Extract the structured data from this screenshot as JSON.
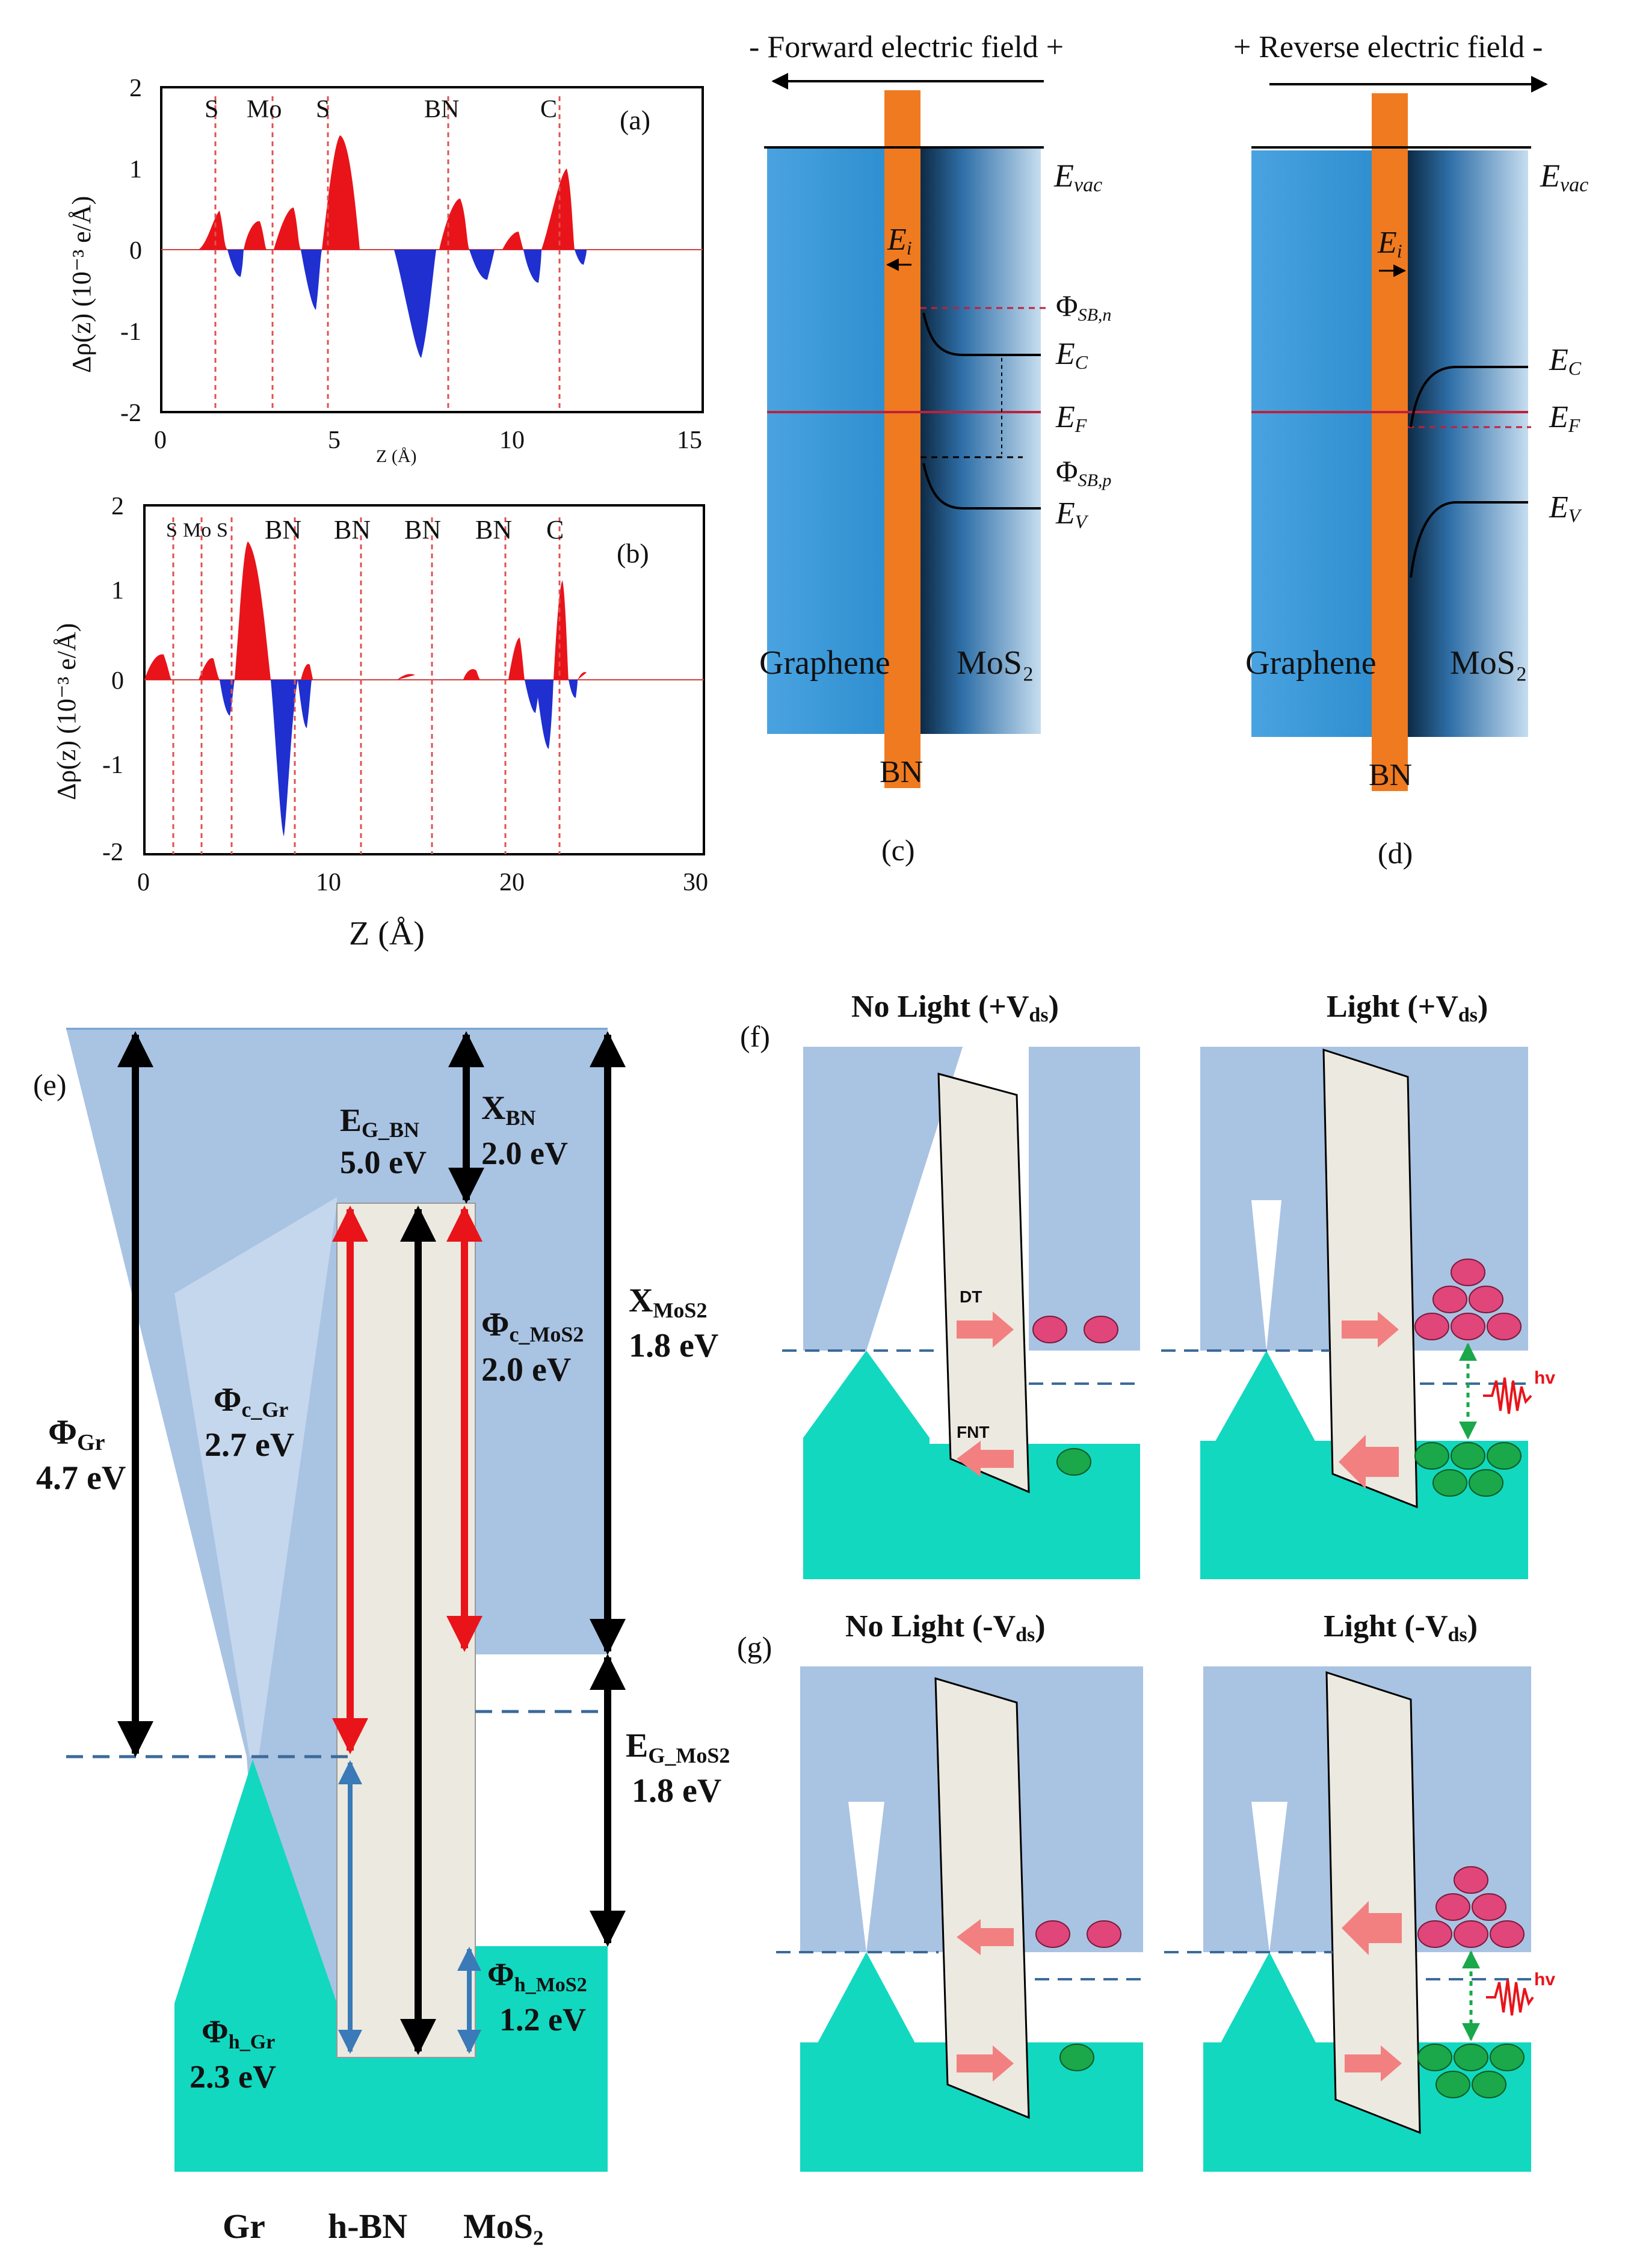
{
  "panel_a": {
    "id": "(a)",
    "ylabel": "Δρ(z) (10⁻³ e/Å)",
    "xlabel": "Z (Å)",
    "xticks": [
      "0",
      "5",
      "10",
      "15"
    ],
    "yticks": [
      "2",
      "1",
      "0",
      "-1",
      "-2"
    ],
    "atoms": [
      {
        "label": "S",
        "z": 1.6
      },
      {
        "label": "Mo",
        "z": 3.2
      },
      {
        "label": "S",
        "z": 4.8
      },
      {
        "label": "BN",
        "z": 8.1
      },
      {
        "label": "C",
        "z": 11.2
      }
    ]
  },
  "panel_b": {
    "id": "(b)",
    "ylabel": "Δρ(z) (10⁻³ e/Å)",
    "xlabel": "Z (Å)",
    "xticks": [
      "0",
      "10",
      "20",
      "30"
    ],
    "yticks": [
      "2",
      "1",
      "0",
      "-1",
      "-2"
    ],
    "atoms": [
      {
        "label": "S",
        "z": 1.5
      },
      {
        "label": "Mo",
        "z": 3.1
      },
      {
        "label": "S",
        "z": 4.6
      },
      {
        "label": "BN",
        "z": 8.0
      },
      {
        "label": "BN",
        "z": 11.8
      },
      {
        "label": "BN",
        "z": 15.6
      },
      {
        "label": "BN",
        "z": 19.5
      },
      {
        "label": "C",
        "z": 22.4
      }
    ]
  },
  "panel_c": {
    "id": "(c)",
    "field_label": "- Forward electric field +",
    "left_material": "Graphene",
    "right_material": "MoS₂",
    "barrier": "BN",
    "levels": {
      "vac": "E",
      "vac_sub": "vac",
      "c": "E",
      "c_sub": "C",
      "f": "E",
      "f_sub": "F",
      "v": "E",
      "v_sub": "V",
      "i": "E",
      "i_sub": "i"
    },
    "phi_n": "Φ",
    "phi_n_sub": "SB,n",
    "phi_p": "Φ",
    "phi_p_sub": "SB,p"
  },
  "panel_d": {
    "id": "(d)",
    "field_label": "+ Reverse electric field -",
    "left_material": "Graphene",
    "right_material": "MoS₂",
    "barrier": "BN"
  },
  "panel_e": {
    "id": "(e)",
    "phi_gr": "Φ",
    "phi_gr_sub": "Gr",
    "phi_gr_val": "4.7 eV",
    "phi_c_gr": "Φ",
    "phi_c_gr_sub": "c_Gr",
    "phi_c_gr_val": "2.7 eV",
    "phi_h_gr": "Φ",
    "phi_h_gr_sub": "h_Gr",
    "phi_h_gr_val": "2.3 eV",
    "eg_bn": "E",
    "eg_bn_sub": "G_BN",
    "eg_bn_val": "5.0 eV",
    "chi_bn": "X",
    "chi_bn_sub": "BN",
    "chi_bn_val": "2.0 eV",
    "phi_c_mos2": "Φ",
    "phi_c_mos2_sub": "c_MoS2",
    "phi_c_mos2_val": "2.0 eV",
    "chi_mos2": "X",
    "chi_mos2_sub": "MoS2",
    "chi_mos2_val": "1.8 eV",
    "eg_mos2": "E",
    "eg_mos2_sub": "G_MoS2",
    "eg_mos2_val": "1.8 eV",
    "phi_h_mos2": "Φ",
    "phi_h_mos2_sub": "h_MoS2",
    "phi_h_mos2_val": "1.2 eV",
    "labels": [
      "Gr",
      "h-BN",
      "MoS₂"
    ]
  },
  "panel_f": {
    "id": "(f)",
    "title_left": "No Light (+V",
    "title_left_sub": "ds",
    "title_left_end": ")",
    "title_right": "Light (+V",
    "title_right_sub": "ds",
    "title_right_end": ")",
    "dt": "DT",
    "fnt": "FNT",
    "hv": "hv"
  },
  "panel_g": {
    "id": "(g)",
    "title_left": "No Light (-V",
    "title_left_sub": "ds",
    "title_left_end": ")",
    "title_right": "Light (-V",
    "title_right_sub": "ds",
    "title_right_end": ")",
    "hv": "hv"
  },
  "colors": {
    "positive": "#e8141a",
    "negative": "#1f2fd0",
    "graphene_blue": "#2f8fd0",
    "bn_orange": "#f07a20",
    "band_blue": "#a9c3e3",
    "teal": "#12d8c0",
    "red_arrow": "#e8141a",
    "steel_arrow": "#3a7ab8"
  }
}
